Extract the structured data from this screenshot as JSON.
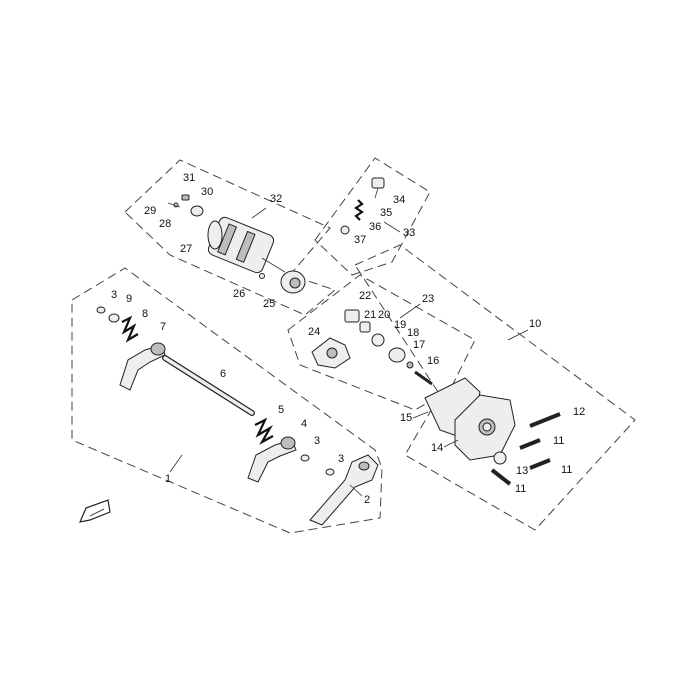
{
  "callouts": {
    "c1": "1",
    "c2": "2",
    "c3a": "3",
    "c3b": "3",
    "c3c": "3",
    "c4": "4",
    "c5": "5",
    "c6": "6",
    "c7": "7",
    "c8": "8",
    "c9": "9",
    "c10": "10",
    "c11a": "11",
    "c11b": "11",
    "c11c": "11",
    "c12": "12",
    "c13": "13",
    "c14": "14",
    "c15": "15",
    "c16": "16",
    "c17": "17",
    "c18": "18",
    "c19": "19",
    "c20": "20",
    "c21": "21",
    "c22": "22",
    "c23": "23",
    "c24": "24",
    "c25": "25",
    "c26": "26",
    "c27": "27",
    "c28": "28",
    "c29": "29",
    "c30": "30",
    "c31": "31",
    "c32": "32",
    "c33": "33",
    "c34": "34",
    "c35": "35",
    "c36": "36",
    "c37": "37"
  },
  "colors": {
    "line": "#222222",
    "part_fill": "#eeeeee",
    "part_shade": "#bdbdbd",
    "background": "#ffffff"
  },
  "icons": {
    "direction_indicator": "arrow-front-icon"
  }
}
